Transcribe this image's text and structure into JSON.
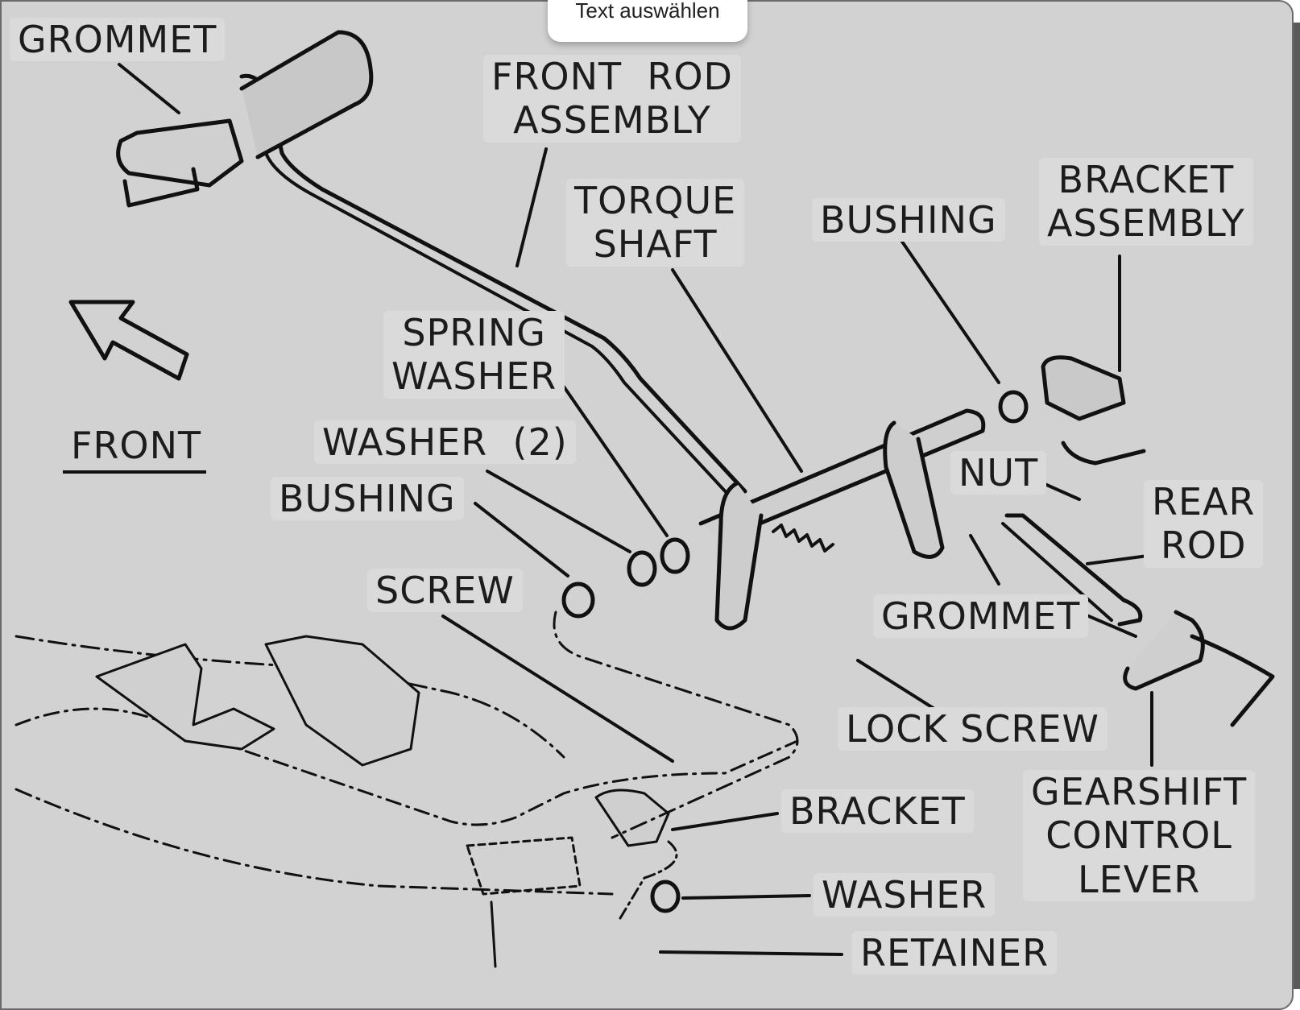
{
  "popup": {
    "label": "Text auswählen"
  },
  "diagram": {
    "direction_label": "FRONT",
    "direction_icon": "arrow-up-left-icon",
    "labels": [
      {
        "id": "grommet-top",
        "text": "GROMMET"
      },
      {
        "id": "front-rod-assembly",
        "text": "FRONT  ROD\nASSEMBLY"
      },
      {
        "id": "torque-shaft",
        "text": "TORQUE\nSHAFT"
      },
      {
        "id": "bushing-top",
        "text": "BUSHING"
      },
      {
        "id": "bracket-assembly",
        "text": "BRACKET\nASSEMBLY"
      },
      {
        "id": "spring-washer",
        "text": "SPRING\nWASHER"
      },
      {
        "id": "washer-2",
        "text": "WASHER  (2)"
      },
      {
        "id": "bushing-left",
        "text": "BUSHING"
      },
      {
        "id": "nut",
        "text": "NUT"
      },
      {
        "id": "rear-rod",
        "text": "REAR\nROD"
      },
      {
        "id": "screw",
        "text": "SCREW"
      },
      {
        "id": "grommet-right",
        "text": "GROMMET"
      },
      {
        "id": "lock-screw",
        "text": "LOCK SCREW"
      },
      {
        "id": "bracket",
        "text": "BRACKET"
      },
      {
        "id": "gearshift-control-lever",
        "text": "GEARSHIFT\nCONTROL\nLEVER"
      },
      {
        "id": "washer",
        "text": "WASHER"
      },
      {
        "id": "retainer",
        "text": "RETAINER"
      }
    ]
  }
}
